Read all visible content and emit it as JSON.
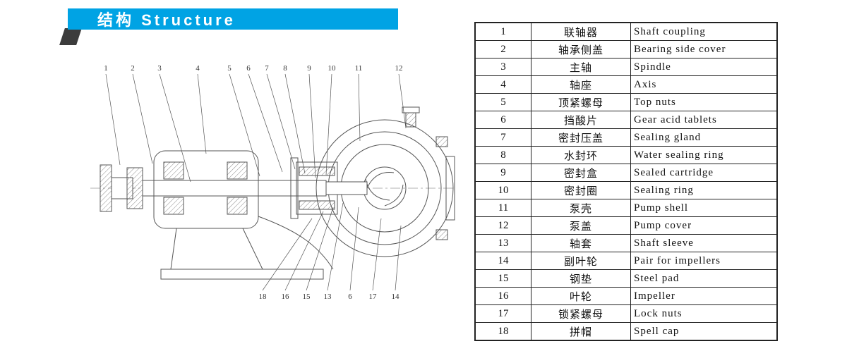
{
  "header": {
    "title": "结构 Structure"
  },
  "colors": {
    "banner_blue": "#00a3e4",
    "accent_dark": "#3c3c3c",
    "diagram_line": "#555555"
  },
  "diagram": {
    "top_labels": [
      "1",
      "2",
      "3",
      "4",
      "5",
      "6",
      "7",
      "8",
      "9",
      "10",
      "11",
      "12"
    ],
    "bottom_labels": [
      "18",
      "16",
      "15",
      "13",
      "6",
      "17",
      "14"
    ]
  },
  "table": {
    "rows": [
      {
        "no": "1",
        "cn": "联轴器",
        "en": "Shaft coupling"
      },
      {
        "no": "2",
        "cn": "轴承侧盖",
        "en": "Bearing side cover"
      },
      {
        "no": "3",
        "cn": "主轴",
        "en": "Spindle"
      },
      {
        "no": "4",
        "cn": "轴座",
        "en": "Axis"
      },
      {
        "no": "5",
        "cn": "顶紧螺母",
        "en": "Top nuts"
      },
      {
        "no": "6",
        "cn": "挡酸片",
        "en": "Gear acid tablets"
      },
      {
        "no": "7",
        "cn": "密封压盖",
        "en": "Sealing gland"
      },
      {
        "no": "8",
        "cn": "水封环",
        "en": "Water sealing ring"
      },
      {
        "no": "9",
        "cn": "密封盒",
        "en": "Sealed cartridge"
      },
      {
        "no": "10",
        "cn": "密封圈",
        "en": "Sealing ring"
      },
      {
        "no": "11",
        "cn": "泵壳",
        "en": "Pump shell"
      },
      {
        "no": "12",
        "cn": "泵盖",
        "en": "Pump cover"
      },
      {
        "no": "13",
        "cn": "轴套",
        "en": "Shaft sleeve"
      },
      {
        "no": "14",
        "cn": "副叶轮",
        "en": "Pair for impellers"
      },
      {
        "no": "15",
        "cn": "钢垫",
        "en": "Steel pad"
      },
      {
        "no": "16",
        "cn": "叶轮",
        "en": "Impeller"
      },
      {
        "no": "17",
        "cn": "锁紧螺母",
        "en": "Lock nuts"
      },
      {
        "no": "18",
        "cn": "拼帽",
        "en": "Spell cap"
      }
    ]
  }
}
